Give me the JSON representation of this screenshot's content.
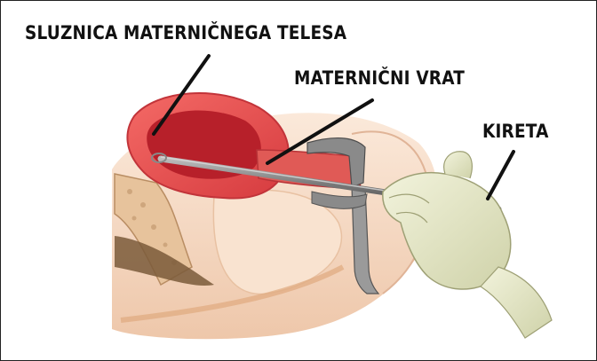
{
  "labels": {
    "endometrium": "SLUZNICA MATERNIČNEGA TELESA",
    "cervix": "MATERNIČNI VRAT",
    "curette": "KIRETA"
  },
  "colors": {
    "uterus_outer": "#e8504e",
    "uterus_cavity": "#b7202a",
    "skin": "#f6dcc6",
    "bone": "#d9b48f",
    "glove": "#e4e6c8",
    "instrument": "#6f6f6f",
    "leader_lines": "#111111"
  }
}
